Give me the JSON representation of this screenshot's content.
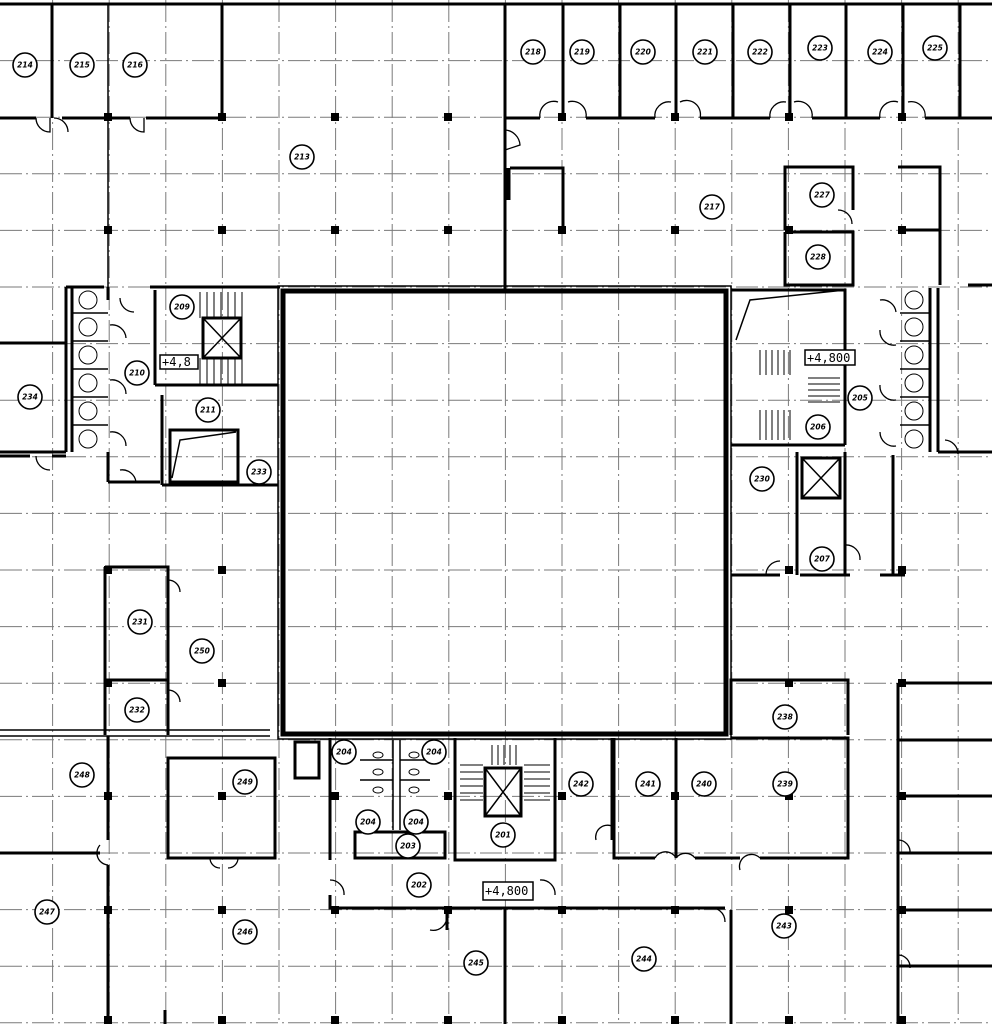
{
  "plan": {
    "elevation_marks": [
      "+4,800",
      "+4,800",
      "+4,8"
    ],
    "rooms": [
      "214",
      "215",
      "216",
      "213",
      "218",
      "219",
      "220",
      "221",
      "222",
      "223",
      "224",
      "225",
      "217",
      "227",
      "228",
      "209",
      "210",
      "211",
      "234",
      "233",
      "205",
      "206",
      "230",
      "207",
      "231",
      "250",
      "232",
      "248",
      "249",
      "247",
      "246",
      "242",
      "241",
      "240",
      "239",
      "238",
      "243",
      "244",
      "245",
      "202",
      "203",
      "201",
      "204",
      "204",
      "204",
      "204"
    ]
  }
}
